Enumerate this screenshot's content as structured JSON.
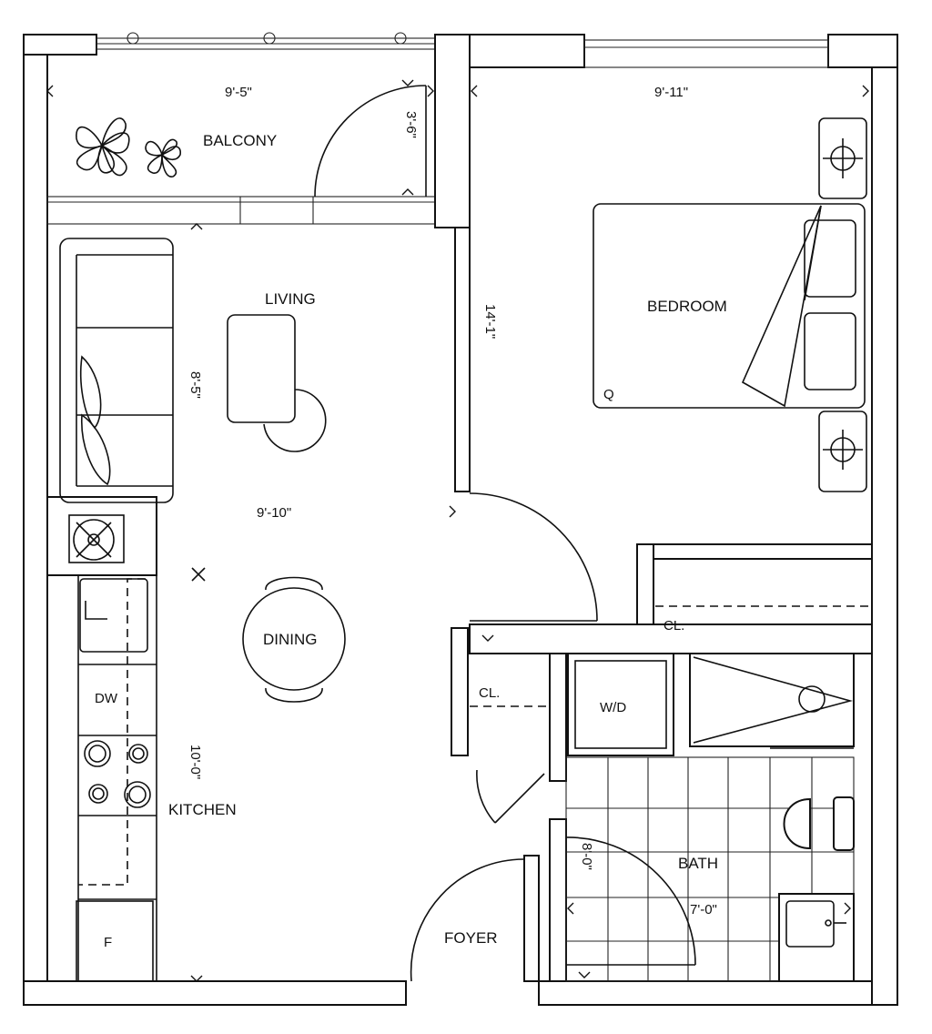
{
  "rooms": {
    "balcony": "BALCONY",
    "living": "LIVING",
    "bedroom": "BEDROOM",
    "dining": "DINING",
    "kitchen": "KITCHEN",
    "foyer": "FOYER",
    "bath": "BATH",
    "closet_bedroom": "CL.",
    "closet_foyer": "CL."
  },
  "dimensions": {
    "balcony_width": "9'-5\"",
    "balcony_depth": "3'-6\"",
    "bedroom_width": "9'-11\"",
    "bedroom_depth": "14'-1\"",
    "living_depth": "8'-5\"",
    "living_width": "9'-10\"",
    "kitchen_length": "10'-0\"",
    "bath_depth": "8'-0\"",
    "bath_width": "7'-0\""
  },
  "fixtures": {
    "dishwasher": "DW",
    "washer_dryer": "W/D",
    "fridge": "F",
    "bed_size": "Q"
  }
}
